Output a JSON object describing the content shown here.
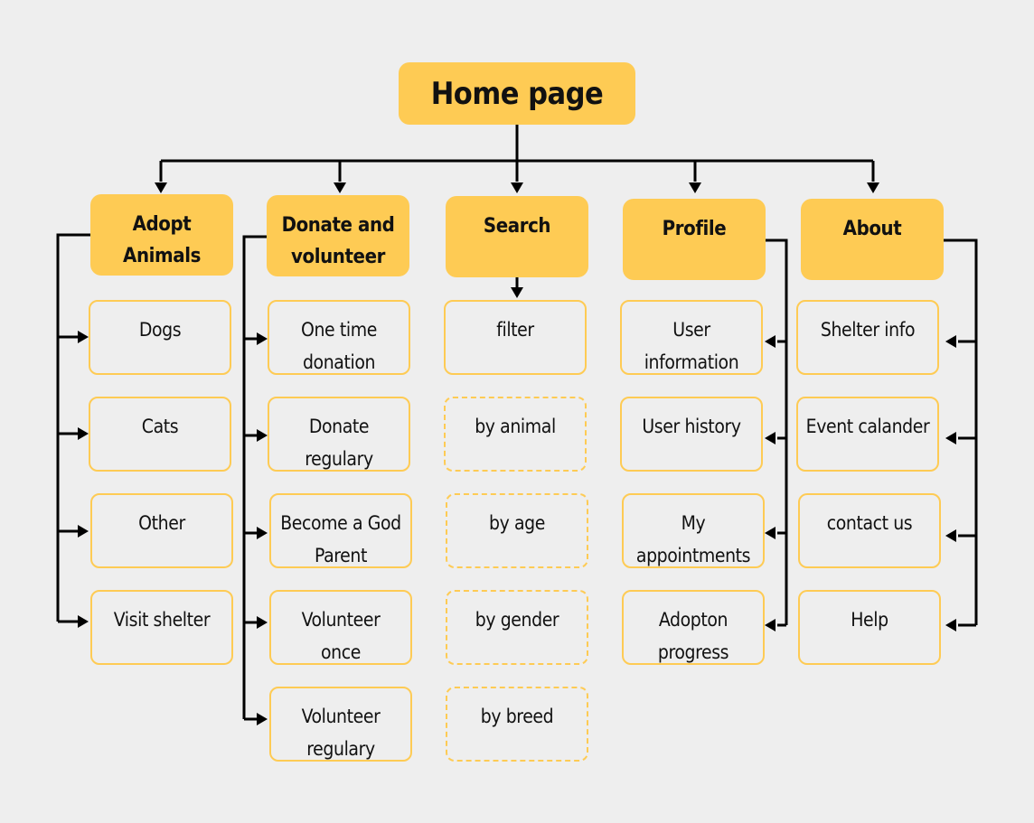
{
  "root": {
    "label": "Home page"
  },
  "categories": [
    {
      "id": "adopt",
      "label": "Adopt\nAnimals",
      "items": [
        {
          "label": "Dogs"
        },
        {
          "label": "Cats"
        },
        {
          "label": "Other"
        },
        {
          "label": "Visit shelter"
        }
      ]
    },
    {
      "id": "donate",
      "label": "Donate and\nvolunteer",
      "items": [
        {
          "label": "One time\ndonation"
        },
        {
          "label": "Donate\nregulary"
        },
        {
          "label": "Become a God\nParent"
        },
        {
          "label": "Volunteer\nonce"
        },
        {
          "label": "Volunteer\nregulary"
        }
      ]
    },
    {
      "id": "search",
      "label": "Search",
      "items": [
        {
          "label": "filter",
          "style": "solid"
        },
        {
          "label": "by animal",
          "style": "dashed"
        },
        {
          "label": "by age",
          "style": "dashed"
        },
        {
          "label": "by gender",
          "style": "dashed"
        },
        {
          "label": "by breed",
          "style": "dashed"
        }
      ]
    },
    {
      "id": "profile",
      "label": "Profile",
      "items": [
        {
          "label": "User\ninformation"
        },
        {
          "label": "User history"
        },
        {
          "label": "My\nappointments"
        },
        {
          "label": "Adopton\nprogress"
        }
      ]
    },
    {
      "id": "about",
      "label": "About",
      "items": [
        {
          "label": "Shelter info"
        },
        {
          "label": "Event calander"
        },
        {
          "label": "contact us"
        },
        {
          "label": "Help"
        }
      ]
    }
  ],
  "colors": {
    "node_fill": "#fecb54",
    "node_border": "#fecb54",
    "connector": "#000000",
    "background": "#eeeeee",
    "text": "#111111"
  }
}
